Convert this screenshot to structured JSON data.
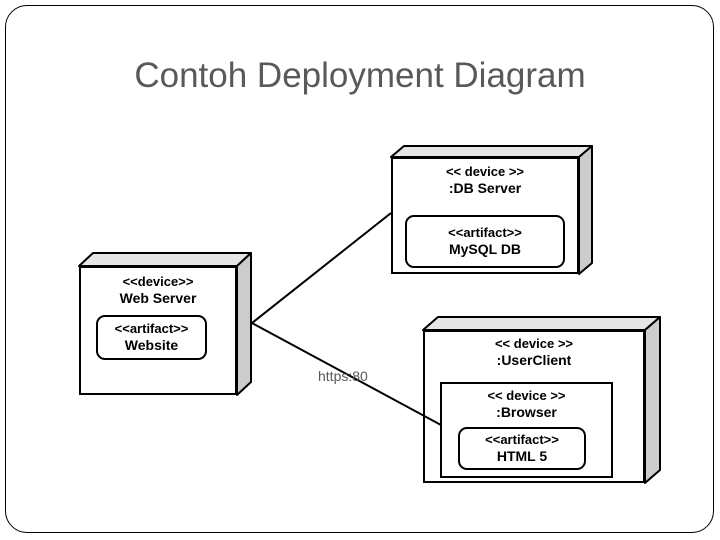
{
  "slide": {
    "title": "Contoh Deployment Diagram",
    "title_color": "#595959",
    "border_color": "#000000",
    "background": "#ffffff"
  },
  "diagram": {
    "type": "uml-deployment-diagram",
    "nodes": [
      {
        "id": "web-server",
        "stereotype": "<<device>>",
        "name": "Web Server",
        "artifact": {
          "stereotype": "<<artifact>>",
          "name": "Website"
        }
      },
      {
        "id": "db-server",
        "stereotype": "<< device >>",
        "name": ":DB Server",
        "artifact": {
          "stereotype": "<<artifact>>",
          "name": "MySQL DB"
        }
      },
      {
        "id": "user-client",
        "stereotype": "<< device >>",
        "name": ":UserClient",
        "child": {
          "id": "browser",
          "stereotype": "<< device >>",
          "name": ":Browser",
          "artifact": {
            "stereotype": "<<artifact>>",
            "name": "HTML 5"
          }
        }
      }
    ],
    "connections": [
      {
        "id": "web-to-db",
        "from": "web-server",
        "to": "db-server",
        "label": ""
      },
      {
        "id": "web-to-browser",
        "from": "web-server",
        "to": "browser",
        "label": "https:80",
        "label_color": "#595959"
      }
    ]
  }
}
